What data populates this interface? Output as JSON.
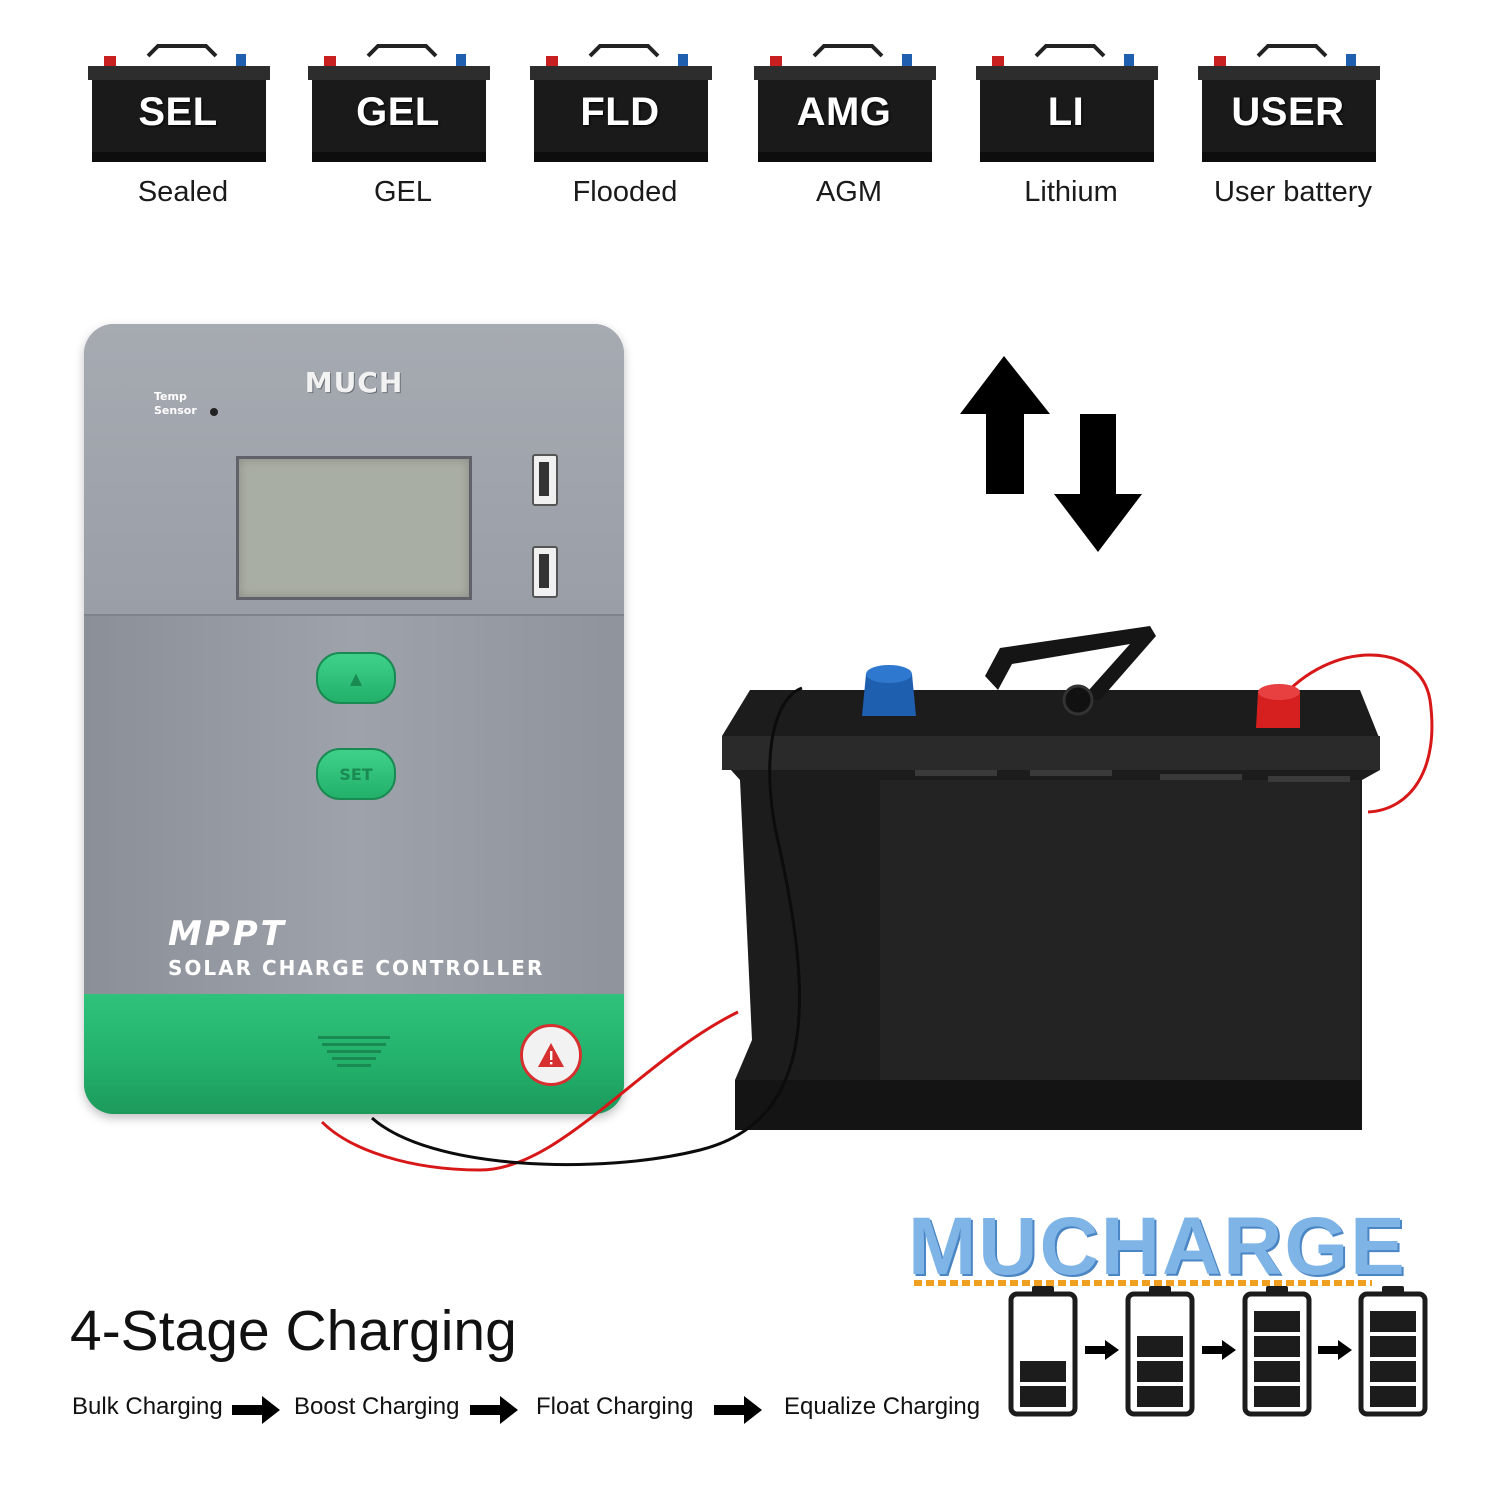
{
  "battery_types": [
    {
      "code": "SEL",
      "name": "Sealed"
    },
    {
      "code": "GEL",
      "name": "GEL"
    },
    {
      "code": "FLD",
      "name": "Flooded"
    },
    {
      "code": "AMG",
      "name": "AGM"
    },
    {
      "code": "LI",
      "name": "Lithium"
    },
    {
      "code": "USER",
      "name": "User battery"
    }
  ],
  "controller": {
    "brand": "MUCH",
    "temp_sensor_line1": "Temp",
    "temp_sensor_line2": "Sensor",
    "button_up": "▲",
    "button_set": "SET",
    "model": "MPPT",
    "description": "SOLAR CHARGE CONTROLLER"
  },
  "watermark": "MUCHARGE",
  "charging": {
    "title": "4-Stage Charging",
    "stages": [
      "Bulk Charging",
      "Boost Charging",
      "Float Charging",
      "Equalize Charging"
    ],
    "levels": [
      2,
      3,
      4,
      4
    ]
  },
  "colors": {
    "controller_green": "#22b06a",
    "controller_gray": "#9a9ea6",
    "positive_terminal": "#d62020",
    "negative_terminal": "#1e5fb0",
    "wire_red": "#d81818",
    "logo_blue": "#7fb4e6"
  }
}
